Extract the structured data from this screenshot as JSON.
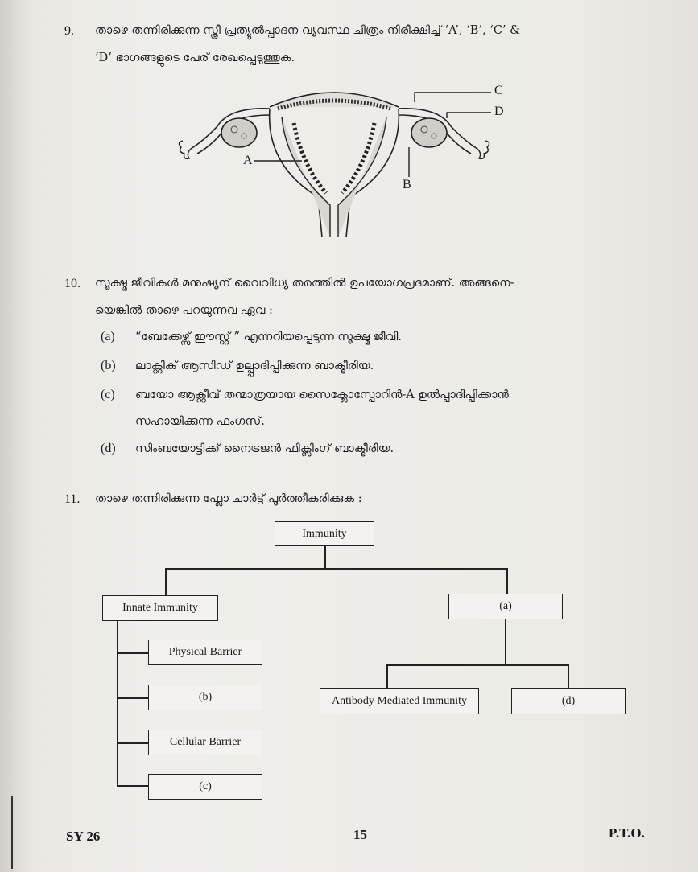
{
  "q9": {
    "number": "9.",
    "line1": "താഴെ തന്നിരിക്കുന്ന സ്ത്രീ പ്രത്യുൽപ്പാദന വ്യവസ്ഥ ചിത്രം നിരീക്ഷിച്ച് ‘A’, ‘B’, ‘C’ &",
    "line2": "‘D’ ഭാഗങ്ങളുടെ പേര് രേഖപ്പെടുത്തുക.",
    "labels": {
      "a": "A",
      "b": "B",
      "c": "C",
      "d": "D"
    }
  },
  "q10": {
    "number": "10.",
    "line1": "സൂക്ഷ്മ ജീവികൾ മനുഷ്യന് വൈവിധ്യ തരത്തിൽ ഉപയോഗപ്രദമാണ്. അങ്ങനെ-",
    "line2": "യെങ്കിൽ താഴെ പറയുന്നവ ഏവ :",
    "options": [
      {
        "letter": "(a)",
        "text": "“ബേക്കേഴ്സ് ഈസ്റ്റ് ” എന്നറിയപ്പെടുന്ന സൂക്ഷ്മ ജീവി."
      },
      {
        "letter": "(b)",
        "text": "ലാക്റ്റിക് ആസിഡ് ഉല്പ്പാദിപ്പിക്കുന്ന ബാക്ടീരിയ."
      },
      {
        "letter": "(c)",
        "text": "ബയോ ആക്റ്റീവ് തന്മാത്രയായ സൈക്ലോസ്പോറിൻ-A ഉൽപ്പാദിപ്പിക്കാൻ",
        "text2": "സഹായിക്കുന്ന ഫംഗസ്."
      },
      {
        "letter": "(d)",
        "text": "സിംബയോട്ടിക്ക് നൈട്രജൻ ഫിക്സിംഗ് ബാക്ടീരിയ."
      }
    ]
  },
  "q11": {
    "number": "11.",
    "text": "താഴെ തന്നിരിക്കുന്ന ഫ്ലോ ചാർട്ട് പൂർത്തീകരിക്കുക :",
    "chart": {
      "root": "Immunity",
      "innate": "Innate Immunity",
      "a": "(a)",
      "physical": "Physical Barrier",
      "b": "(b)",
      "cellular": "Cellular Barrier",
      "c": "(c)",
      "antibody": "Antibody Mediated Immunity",
      "d": "(d)"
    }
  },
  "footer": {
    "code": "SY 26",
    "page": "15",
    "pto": "P.T.O."
  }
}
